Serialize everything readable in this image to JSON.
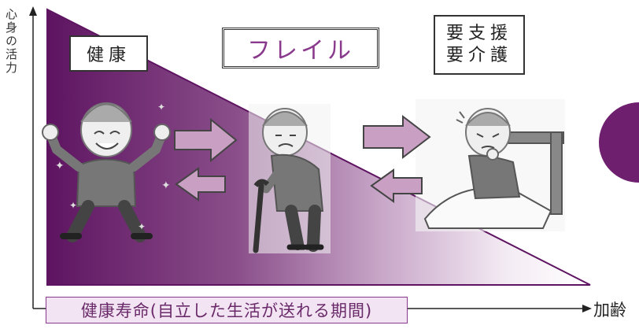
{
  "axes": {
    "y_label": "心身の活力",
    "x_label": "加齢"
  },
  "stages": {
    "healthy": "健康",
    "frailty": "フレイル",
    "care_line1": "要支援",
    "care_line2": "要介護"
  },
  "healthy_life_span": "健康寿命(自立した生活が送れる期間)",
  "colors": {
    "accent": "#6e1f6e",
    "arrow_fill": "#c9a0c4",
    "label_bg": "#f2e4f2"
  },
  "icons": [
    "happy-elderly-man-icon",
    "frail-elderly-man-with-cane-icon",
    "bedridden-elderly-man-icon",
    "right-arrow-icon",
    "left-arrow-icon"
  ]
}
